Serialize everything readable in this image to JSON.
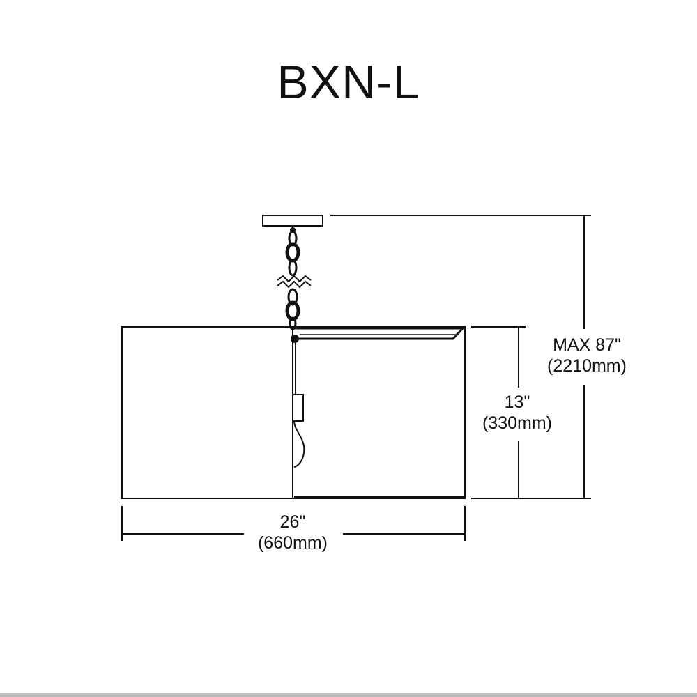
{
  "title": "BXN-L",
  "dimensions": {
    "overall_height": {
      "imperial": "MAX 87\"",
      "metric": "(2210mm)"
    },
    "shade_height": {
      "imperial": "13\"",
      "metric": "(330mm)"
    },
    "shade_width": {
      "imperial": "26\"",
      "metric": "(660mm)"
    }
  },
  "colors": {
    "line": "#111111",
    "background": "#ffffff",
    "footer_rule": "#bdbdbd"
  }
}
